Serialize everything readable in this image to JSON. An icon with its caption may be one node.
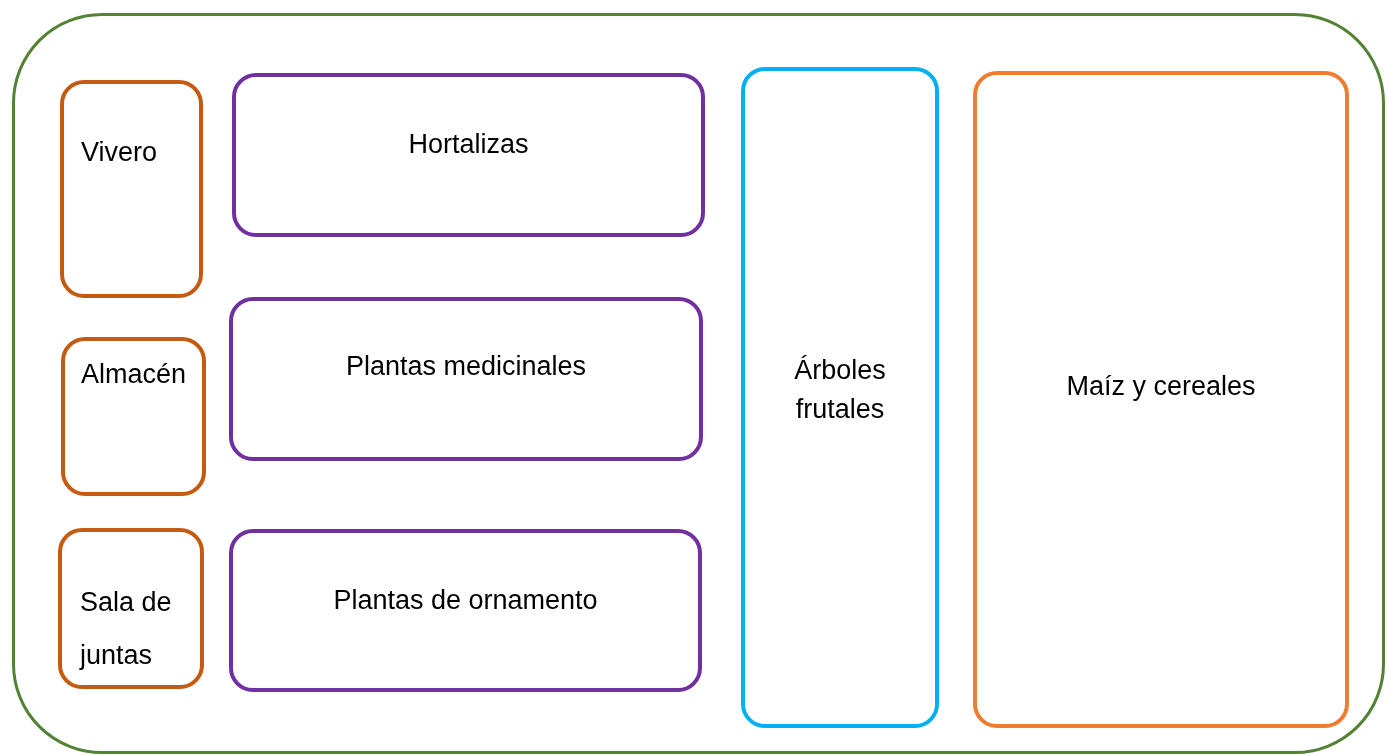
{
  "diagram": {
    "nodes": [
      {
        "text": [],
        "shape": "box"
      },
      {
        "text": [
          "Vivero"
        ],
        "in": 0
      },
      {
        "text": [
          "Hortalizas"
        ],
        "in": 0
      },
      {
        "text": [
          "Árboles frutales"
        ],
        "in": 0
      },
      {
        "text": [
          "Maíz y cereales"
        ],
        "in": 0
      },
      {
        "text": [
          "Almacén"
        ],
        "in": 0
      },
      {
        "text": [
          "Plantas medicinales"
        ],
        "in": 0
      },
      {
        "text": [
          "Sala de juntas"
        ],
        "in": 0
      },
      {
        "text": [
          "Plantas de ornamento"
        ],
        "in": 0
      }
    ]
  }
}
